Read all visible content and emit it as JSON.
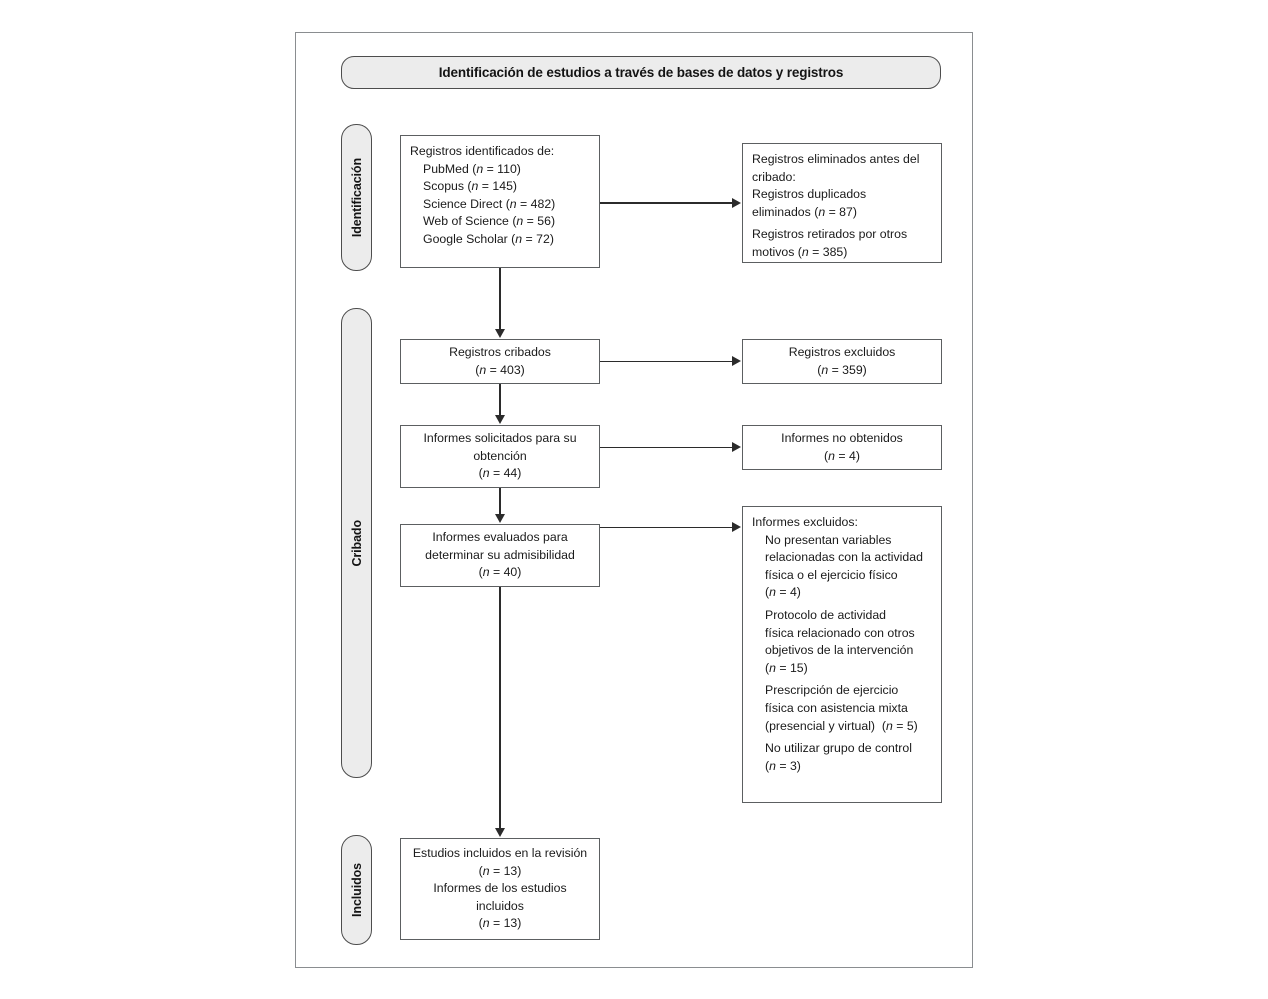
{
  "diagram": {
    "title": "Identificación de estudios a través de bases de datos y registros",
    "phases": {
      "identification": "Identificación",
      "screening": "Cribado",
      "included": "Incluidos"
    },
    "boxes": {
      "records_identified": {
        "heading": "Registros identificados de:",
        "sources": [
          {
            "name": "PubMed",
            "n": "(n = 110)"
          },
          {
            "name": "Scopus",
            "n": "(n = 145)"
          },
          {
            "name": "Science Direct",
            "n": "(n = 482)"
          },
          {
            "name": "Web of Science",
            "n": "(n = 56)"
          },
          {
            "name": "Google Scholar",
            "n": "(n = 72)"
          }
        ]
      },
      "records_removed": {
        "heading_line1": "Registros eliminados antes del",
        "heading_line2": "cribado:",
        "items": [
          {
            "line1": "Registros duplicados",
            "line2": "eliminados",
            "n": "(n = 87)"
          },
          {
            "line1": "Registros retirados por otros",
            "line2": "motivos",
            "n": "(n = 385)"
          }
        ]
      },
      "records_screened": {
        "label": "Registros cribados",
        "n": "(n = 403)"
      },
      "records_excluded": {
        "label": "Registros excluidos",
        "n": "(n = 359)"
      },
      "reports_sought": {
        "label_line1": "Informes solicitados para su",
        "label_line2": "obtención",
        "n": "(n = 44)"
      },
      "reports_not_retrieved": {
        "label": "Informes no obtenidos",
        "n": "(n = 4)"
      },
      "reports_assessed": {
        "label_line1": "Informes evaluados para",
        "label_line2": "determinar su admisibilidad",
        "n": "(n = 40)"
      },
      "reports_excluded": {
        "heading": "Informes excluidos:",
        "reasons": [
          {
            "lines": [
              "No presentan variables",
              "relacionadas con la actividad",
              "física o el ejercicio físico"
            ],
            "n": "(n = 4)",
            "n_inline": false
          },
          {
            "lines": [
              "Protocolo de actividad",
              "física relacionado con otros",
              "objetivos de la intervención"
            ],
            "n": "(n = 15)",
            "n_inline": false
          },
          {
            "lines": [
              "Prescripción de ejercicio",
              "física con asistencia mixta",
              "(presencial y virtual)"
            ],
            "n": "(n = 5)",
            "n_inline": true
          },
          {
            "lines": [
              "No utilizar grupo de control"
            ],
            "n": "(n = 3)",
            "n_inline": false
          }
        ]
      },
      "studies_included": {
        "label_line1": "Estudios incluidos en la revisión",
        "n1": "(n = 13)",
        "label_line2a": "Informes de los estudios",
        "label_line2b": "incluidos",
        "n2": "(n = 13)"
      }
    },
    "colors": {
      "frame_border": "#8a8d90",
      "box_border": "#5c5f61",
      "pill_fill": "#ececec",
      "pill_border": "#4d4d4d",
      "connector": "#2b2b2b",
      "text": "#1a1a1a"
    }
  }
}
